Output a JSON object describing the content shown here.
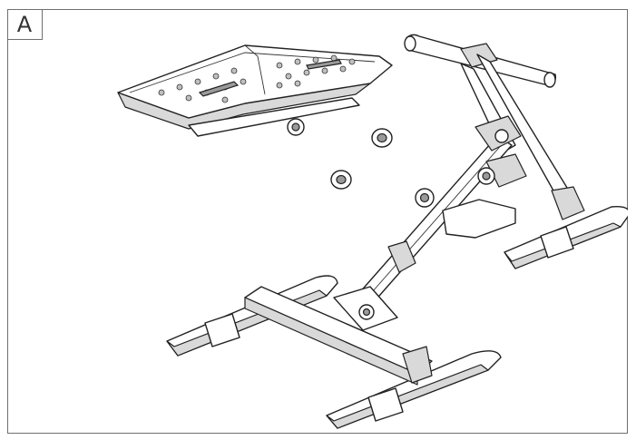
{
  "figure": {
    "panel_label": "A"
  },
  "parts": {
    "seat": "seat-board",
    "frame_leg": "leg-frame",
    "front_ski": "front-skis",
    "rear_ski": "rear-ski",
    "handle": "handlebar",
    "nuts": "loose-nuts"
  }
}
